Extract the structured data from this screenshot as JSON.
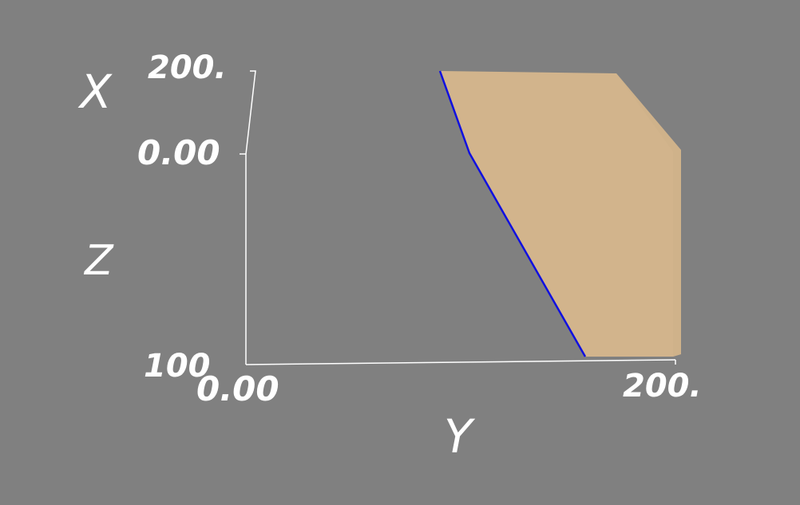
{
  "axes": {
    "x": {
      "title": "X",
      "tick_max": "200.",
      "tick_min": "0.00"
    },
    "y": {
      "title": "Y",
      "tick_min": "0.00",
      "tick_max": "200."
    },
    "z": {
      "title": "Z",
      "tick_bottom": "100"
    }
  },
  "colors": {
    "background": "#808080",
    "surface": "#d2b48c",
    "edge": "#1010e0",
    "axis_lines": "#ffffff"
  }
}
